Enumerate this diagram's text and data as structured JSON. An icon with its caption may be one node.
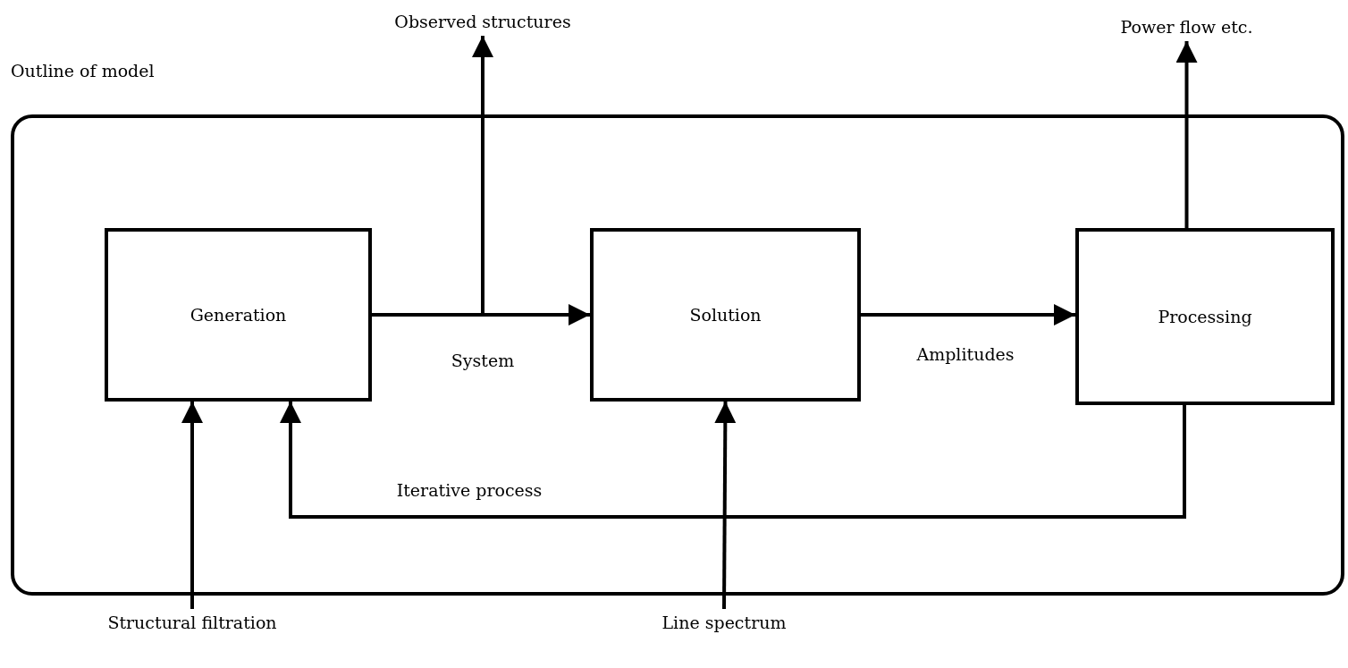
{
  "diagram": {
    "nodes": [
      {
        "text": [
          "Outline of model"
        ]
      },
      {
        "text": [
          "Generation"
        ],
        "in": 0
      },
      {
        "text": [
          "Solution"
        ],
        "in": 0
      },
      {
        "text": [
          "Processing"
        ],
        "in": 0
      },
      {
        "text": [
          "Observed structures"
        ]
      },
      {
        "text": [
          "Power flow etc."
        ]
      },
      {
        "text": [
          "Structural filtration"
        ]
      },
      {
        "text": [
          "Line spectrum"
        ]
      }
    ],
    "edges": [
      {
        "from": 1,
        "to": 2,
        "arrow": "to",
        "label": "System"
      },
      {
        "from": 1,
        "to": 4,
        "arrow": "to"
      },
      {
        "from": 2,
        "to": 3,
        "arrow": "to",
        "label": "Amplitudes"
      },
      {
        "from": 3,
        "to": 5,
        "arrow": "to"
      },
      {
        "from": 3,
        "to": 1,
        "arrow": "to",
        "label": "Iterative process"
      },
      {
        "from": 6,
        "to": 1,
        "arrow": "to"
      },
      {
        "from": 7,
        "to": 2,
        "arrow": "to"
      }
    ]
  }
}
